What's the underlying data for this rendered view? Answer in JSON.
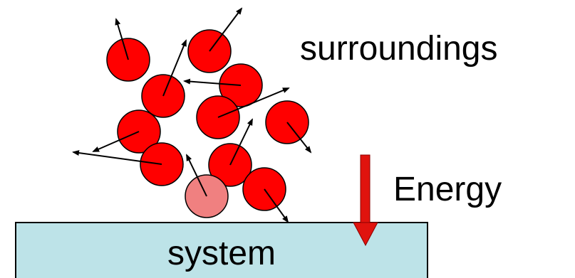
{
  "labels": {
    "surroundings": "surroundings",
    "energy": "Energy",
    "system": "system"
  },
  "colors": {
    "particle_fill": "#ff0000",
    "particle_stroke": "#000000",
    "contact_particle_fill": "#f08080",
    "system_fill": "#bde3e8",
    "system_stroke": "#000000",
    "energy_arrow": "#e0130e",
    "energy_arrow_stroke": "#8b0000",
    "vector_color": "#000000"
  },
  "icons": {
    "energy_arrow": "down-arrow",
    "particle": "circle",
    "motion_vector": "arrow"
  }
}
